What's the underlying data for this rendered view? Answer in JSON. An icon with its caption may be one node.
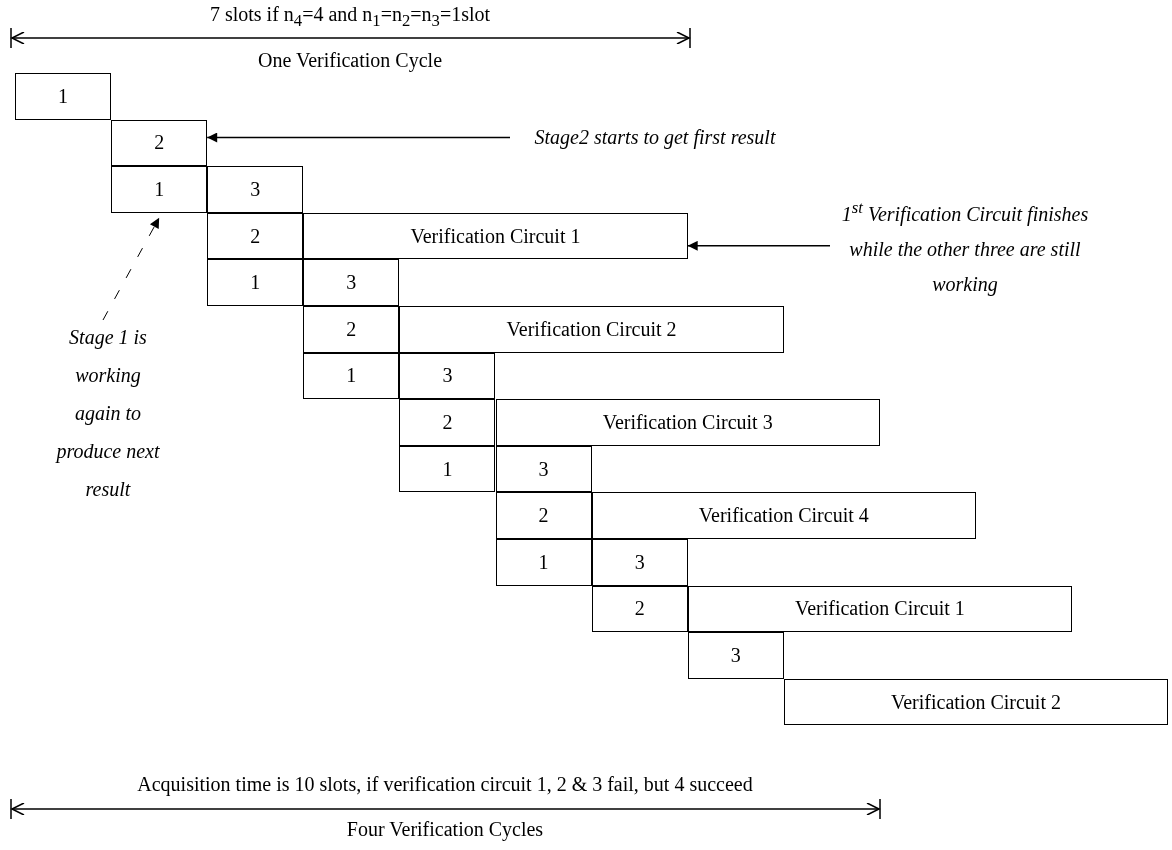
{
  "diagram": {
    "nodes": [
      {
        "text": [
          "1"
        ]
      },
      {
        "text": [
          "2"
        ]
      },
      {
        "text": [
          "1"
        ]
      },
      {
        "text": [
          "3"
        ]
      },
      {
        "text": [
          "2"
        ]
      },
      {
        "text": [
          "Verification Circuit 1"
        ]
      },
      {
        "text": [
          "1"
        ]
      },
      {
        "text": [
          "3"
        ]
      },
      {
        "text": [
          "2"
        ]
      },
      {
        "text": [
          "Verification Circuit 2"
        ]
      },
      {
        "text": [
          "1"
        ]
      },
      {
        "text": [
          "3"
        ]
      },
      {
        "text": [
          "2"
        ]
      },
      {
        "text": [
          "Verification Circuit 3"
        ]
      },
      {
        "text": [
          "1"
        ]
      },
      {
        "text": [
          "3"
        ]
      },
      {
        "text": [
          "2"
        ]
      },
      {
        "text": [
          "Verification Circuit 4"
        ]
      },
      {
        "text": [
          "1"
        ]
      },
      {
        "text": [
          "3"
        ]
      },
      {
        "text": [
          "2"
        ]
      },
      {
        "text": [
          "Verification Circuit 1"
        ]
      },
      {
        "text": [
          "3"
        ]
      },
      {
        "text": [
          "Verification Circuit 2"
        ]
      },
      {
        "text": [
          "Stage2 starts to get first result"
        ]
      },
      {
        "text": [
          "1$^{st}$ Verification Circuit finishes while the other three are still working"
        ]
      },
      {
        "text": [
          "Stage 1 is working again to produce next result"
        ]
      }
    ],
    "edges": [
      {
        "from": 24,
        "to": 1,
        "arrow": "to"
      },
      {
        "from": 25,
        "to": 5,
        "arrow": "to"
      },
      {
        "from": 26,
        "to": 2,
        "arrow": "to",
        "style": "dashed"
      }
    ],
    "labels": [
      "7 slots if n$_{4}$=4 and n$_{1}$=n$_{2}$=n$_{3}$=1slot",
      "One Verification Cycle",
      "Acquisition time is 10 slots, if verification circuit 1, 2 & 3 fail, but 4 succeed",
      "Four Verification Cycles"
    ]
  }
}
